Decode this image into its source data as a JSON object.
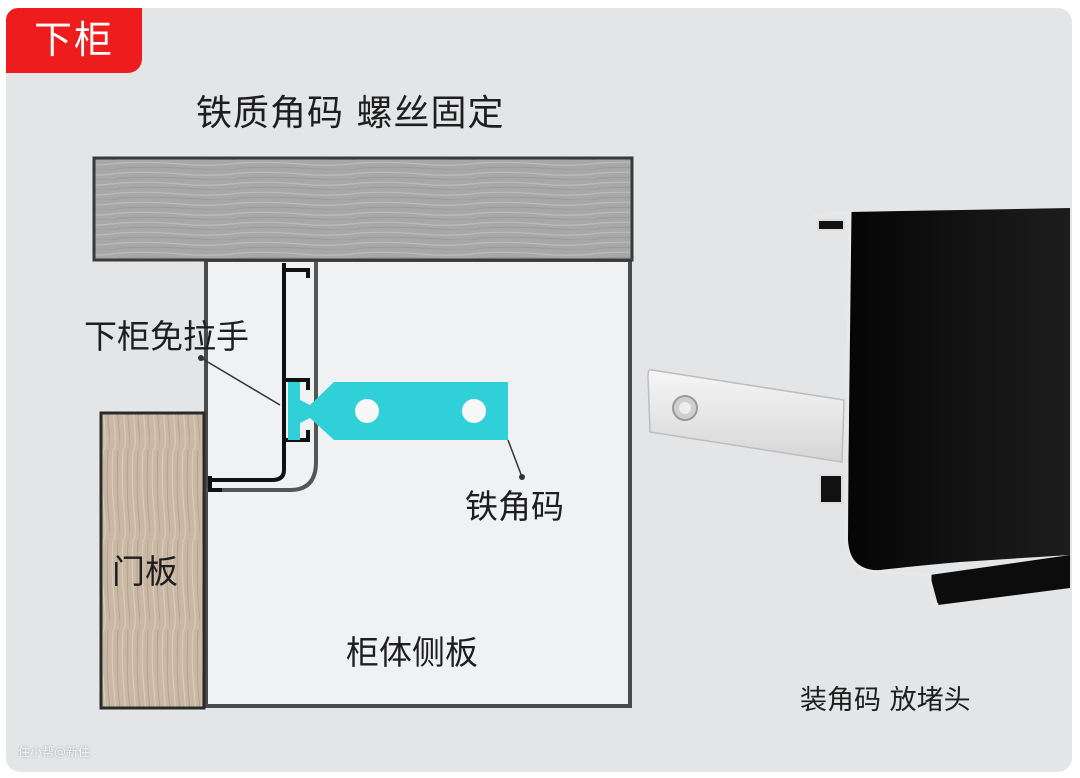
{
  "badge": {
    "label": "下柜",
    "color": "#ee1c1c"
  },
  "title": "铁质角码 螺丝固定",
  "labels": {
    "handle": "下柜免拉手",
    "bracket": "铁角码",
    "door": "门板",
    "side_panel": "柜体侧板",
    "install": "装角码 放堵头"
  },
  "watermark": "住小帮@新住",
  "colors": {
    "panel_bg": "#e4e5e7",
    "bracket": "#2fd0d8",
    "countertop": "#a9a9a9",
    "door_wood": "#c9b9a6",
    "profile_black": "#111111"
  }
}
